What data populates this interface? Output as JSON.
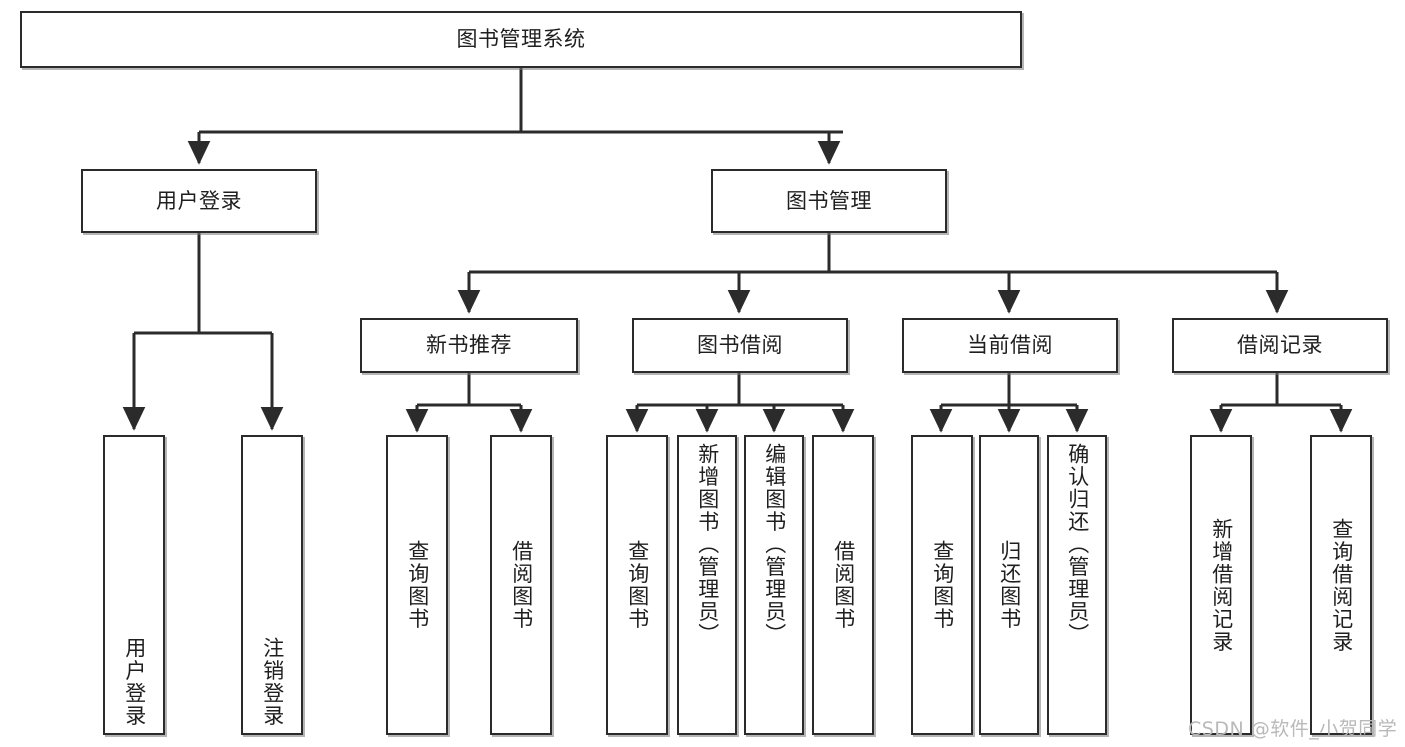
{
  "diagram": {
    "type": "tree-hierarchy",
    "title": "图书管理系统",
    "watermark": "CSDN @软件_小贺同学",
    "colors": {
      "node_border": "#2b2b2b",
      "node_fill": "#ffffff",
      "edge": "#2b2b2b",
      "text": "#1f1f1f",
      "watermark": "#b9b9b9",
      "background": "#ffffff"
    },
    "levels": {
      "root": "图书管理系统",
      "level2": [
        "用户登录",
        "图书管理"
      ],
      "level3": [
        "新书推荐",
        "图书借阅",
        "当前借阅",
        "借阅记录"
      ],
      "leaves": [
        "用户登录",
        "注销登录",
        "查询图书",
        "借阅图书",
        "查询图书",
        "新增图书（管理员）",
        "编辑图书（管理员）",
        "借阅图书",
        "查询图书",
        "归还图书",
        "确认归还（管理员）",
        "新增借阅记录",
        "查询借阅记录"
      ]
    },
    "nodes": {
      "root": {
        "label": "图书管理系统"
      },
      "user_login": {
        "label": "用户登录"
      },
      "book_manage": {
        "label": "图书管理"
      },
      "new_book_rec": {
        "label": "新书推荐"
      },
      "book_borrow": {
        "label": "图书借阅"
      },
      "current_borrow": {
        "label": "当前借阅"
      },
      "borrow_record": {
        "label": "借阅记录"
      },
      "leaf_user_login": {
        "label": "用户登录"
      },
      "leaf_logout": {
        "label": "注销登录"
      },
      "leaf_query_book_a": {
        "label": "查询图书"
      },
      "leaf_borrow_book_a": {
        "label": "借阅图书"
      },
      "leaf_query_book_b": {
        "label": "查询图书"
      },
      "leaf_add_book": {
        "label": "新增图书（管理员）"
      },
      "leaf_edit_book": {
        "label": "编辑图书（管理员）"
      },
      "leaf_borrow_book_b": {
        "label": "借阅图书"
      },
      "leaf_query_book_c": {
        "label": "查询图书"
      },
      "leaf_return_book": {
        "label": "归还图书"
      },
      "leaf_confirm_return": {
        "label": "确认归还（管理员）"
      },
      "leaf_add_record": {
        "label": "新增借阅记录"
      },
      "leaf_query_record": {
        "label": "查询借阅记录"
      }
    },
    "edges": [
      {
        "from": "root",
        "to": "user_login"
      },
      {
        "from": "root",
        "to": "book_manage"
      },
      {
        "from": "user_login",
        "to": "leaf_user_login"
      },
      {
        "from": "user_login",
        "to": "leaf_logout"
      },
      {
        "from": "book_manage",
        "to": "new_book_rec"
      },
      {
        "from": "book_manage",
        "to": "book_borrow"
      },
      {
        "from": "book_manage",
        "to": "current_borrow"
      },
      {
        "from": "book_manage",
        "to": "borrow_record"
      },
      {
        "from": "new_book_rec",
        "to": "leaf_query_book_a"
      },
      {
        "from": "new_book_rec",
        "to": "leaf_borrow_book_a"
      },
      {
        "from": "book_borrow",
        "to": "leaf_query_book_b"
      },
      {
        "from": "book_borrow",
        "to": "leaf_add_book"
      },
      {
        "from": "book_borrow",
        "to": "leaf_edit_book"
      },
      {
        "from": "book_borrow",
        "to": "leaf_borrow_book_b"
      },
      {
        "from": "current_borrow",
        "to": "leaf_query_book_c"
      },
      {
        "from": "current_borrow",
        "to": "leaf_return_book"
      },
      {
        "from": "current_borrow",
        "to": "leaf_confirm_return"
      },
      {
        "from": "borrow_record",
        "to": "leaf_add_record"
      },
      {
        "from": "borrow_record",
        "to": "leaf_query_record"
      }
    ]
  }
}
